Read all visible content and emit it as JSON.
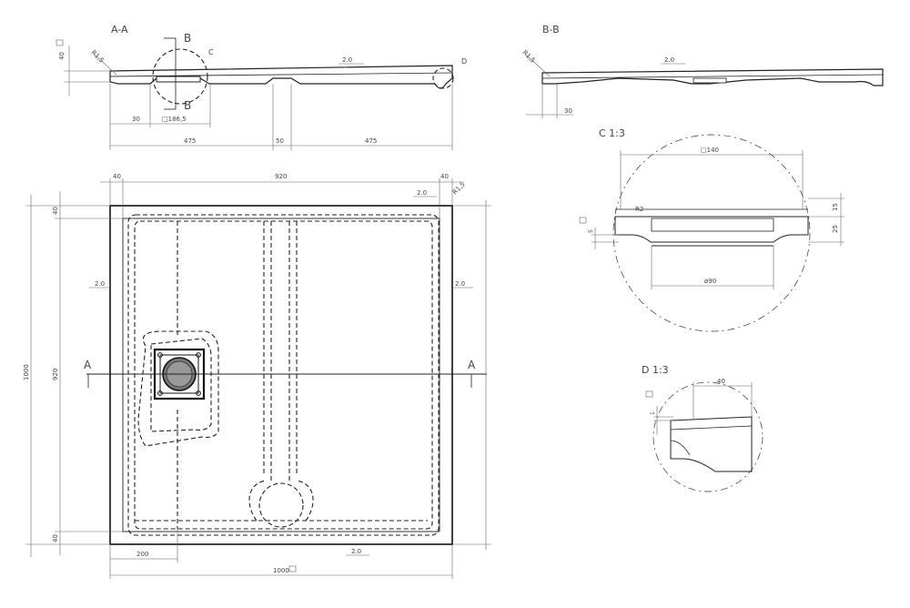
{
  "sections": {
    "aa": {
      "label": "A-A"
    },
    "bb": {
      "label": "B-B"
    },
    "c": {
      "label": "C 1:3"
    },
    "d": {
      "label": "D 1:3"
    }
  },
  "cut_markers": {
    "a_left": "A",
    "a_right": "A",
    "b_top": "B",
    "b_bottom": "B",
    "c_callout": "C",
    "d_callout": "D"
  },
  "aa_dims": {
    "height": "40",
    "radius": "R1,5",
    "slope": "2.0",
    "drain_offset": "30",
    "drain_box": "□186,5",
    "left": "475",
    "gap": "50",
    "right": "475"
  },
  "bb_dims": {
    "radius": "R1,5",
    "slope": "2.0",
    "offset": "30"
  },
  "c_dims": {
    "width": "□140",
    "radius": "R2",
    "h1": "15",
    "h2": "25",
    "small": "5",
    "diameter": "ø90"
  },
  "d_dims": {
    "width": "40",
    "small": "1"
  },
  "plan_dims": {
    "top_left": "40",
    "top_mid": "920",
    "top_right": "40",
    "slope_top": "2.0",
    "radius": "R1,5",
    "left_top": "40",
    "left_mid": "920",
    "left_total": "1000",
    "left_bottom": "40",
    "slope_left": "2.0",
    "slope_right": "2.0",
    "slope_bottom": "2.0",
    "drain_x": "200",
    "total_width": "1000"
  }
}
